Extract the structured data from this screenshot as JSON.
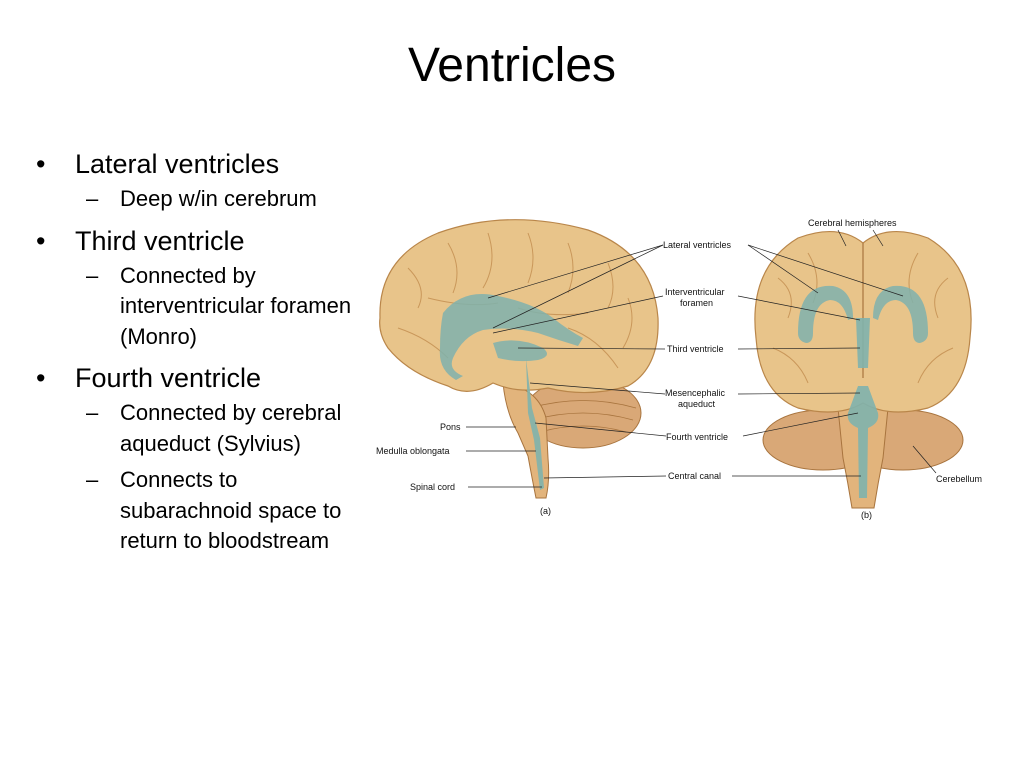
{
  "slide": {
    "title": "Ventricles",
    "bullets": [
      {
        "text": "Lateral ventricles",
        "subs": [
          "Deep w/in cerebrum"
        ]
      },
      {
        "text": "Third ventricle",
        "subs": [
          "Connected by interventricular foramen (Monro)"
        ]
      },
      {
        "text": "Fourth ventricle",
        "subs": [
          "Connected by cerebral aqueduct (Sylvius)",
          "Connects to subarachnoid space to return to bloodstream"
        ]
      }
    ],
    "bullet_symbol": "•",
    "dash_symbol": "–"
  },
  "figure": {
    "labels": {
      "cerebral_hemispheres": "Cerebral hemispheres",
      "lateral_ventricles": "Lateral ventricles",
      "interventricular_1": "Interventricular",
      "interventricular_2": "foramen",
      "third_ventricle": "Third ventricle",
      "mesencephalic_1": "Mesencephalic",
      "mesencephalic_2": "aqueduct",
      "pons": "Pons",
      "medulla": "Medulla oblongata",
      "fourth_ventricle": "Fourth ventricle",
      "spinal_cord": "Spinal cord",
      "central_canal": "Central canal",
      "cerebellum": "Cerebellum",
      "panel_a": "(a)",
      "panel_b": "(b)"
    },
    "colors": {
      "brain": "#e8c48a",
      "brain_dark": "#c9975a",
      "ventricle": "#7fb2ad",
      "cerebellum": "#d9a877"
    }
  }
}
